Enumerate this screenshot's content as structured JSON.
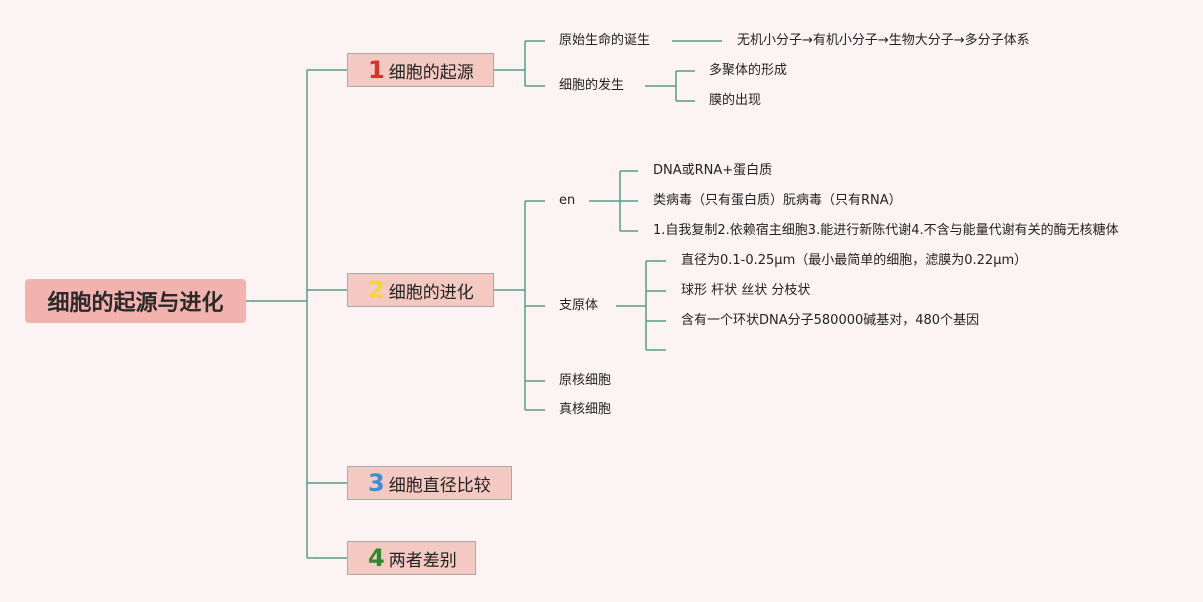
{
  "root": "细胞的起源与进化",
  "colors": {
    "line": "#5a9a86",
    "num1": "#d9302a",
    "num2": "#f5d63c",
    "num3": "#3b8fd6",
    "num4": "#2f8a2f",
    "root_bg": "#f2b2ae",
    "sec_bg": "#f4c9c2"
  },
  "sections": [
    {
      "num": "1",
      "label": "细胞的起源"
    },
    {
      "num": "2",
      "label": "细胞的进化"
    },
    {
      "num": "3",
      "label": "细胞直径比较"
    },
    {
      "num": "4",
      "label": "两者差别"
    }
  ],
  "s1": {
    "origin": "原始生命的诞生",
    "origin_chain": "无机小分子→有机小分子→生物大分子→多分子体系",
    "cell": "细胞的发生",
    "cell_items": [
      "多聚体的形成",
      "膜的出现"
    ]
  },
  "s2": {
    "en": "en",
    "en_items": [
      "DNA或RNA+蛋白质",
      "类病毒（只有蛋白质）朊病毒（只有RNA）",
      "1.自我复制2.依赖宿主细胞3.能进行新陈代谢4.不含与能量代谢有关的酶无核糖体"
    ],
    "myco": "支原体",
    "myco_items": [
      "直径为0.1-0.25μm（最小最简单的细胞，滤膜为0.22μm）",
      "球形 杆状 丝状 分枝状",
      "含有一个环状DNA分子580000碱基对，480个基因",
      ""
    ],
    "prok": "原核细胞",
    "euk": "真核细胞"
  }
}
